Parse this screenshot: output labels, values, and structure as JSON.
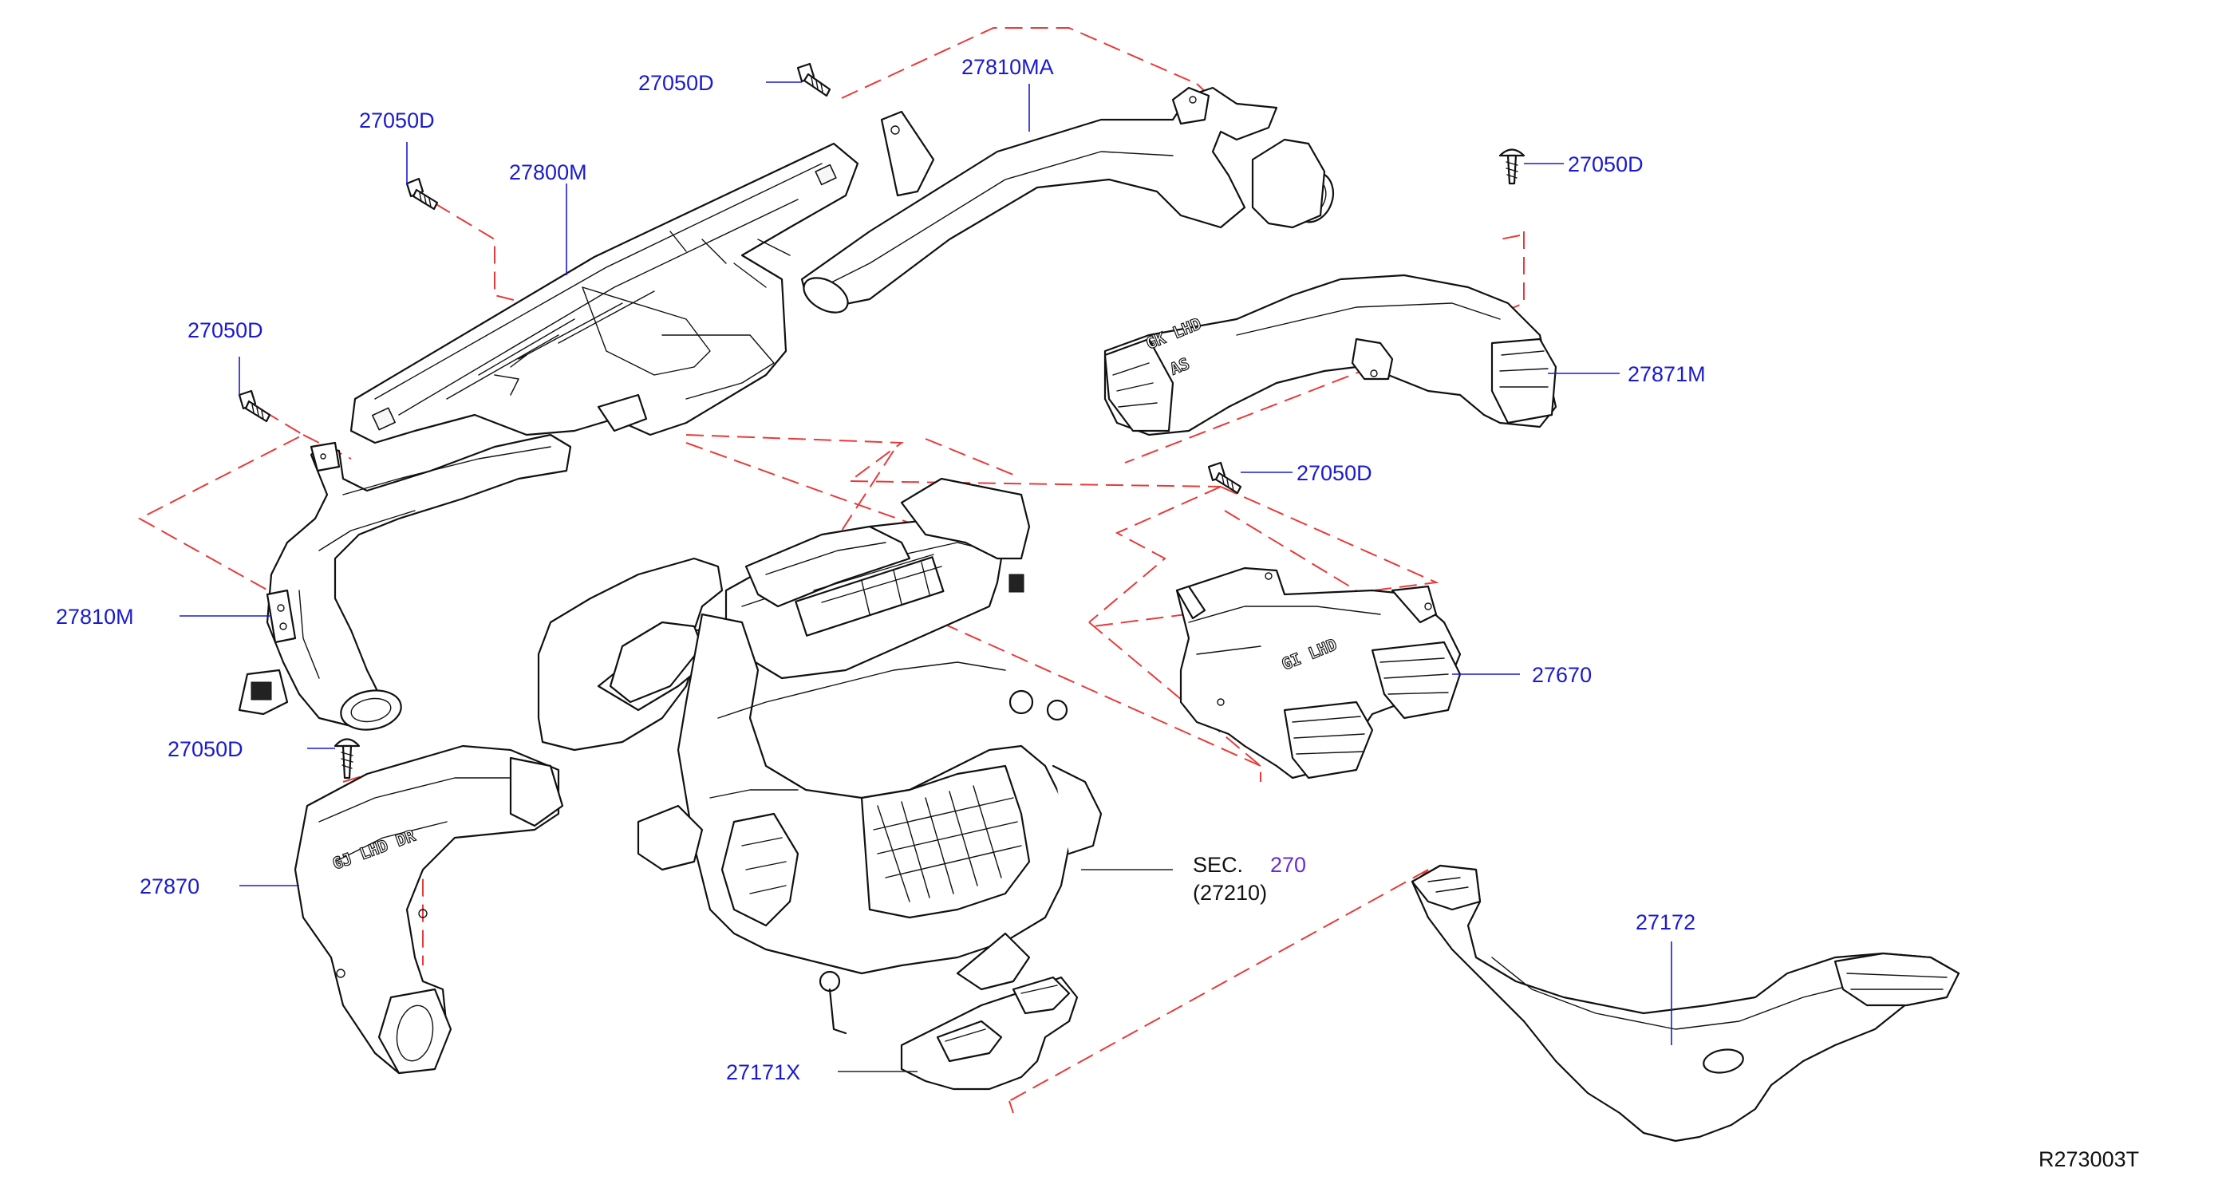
{
  "diagram": {
    "reference_code": "R273003T",
    "labels": {
      "bolt_27800m": "27050D",
      "duct_27800m": "27800M",
      "bolt_top": "27050D",
      "duct_27810ma": "27810MA",
      "bolt_27871m": "27050D",
      "duct_27871m": "27871M",
      "bolt_27810m": "27050D",
      "duct_27810m": "27810M",
      "bolt_27670": "27050D",
      "duct_27670": "27670",
      "bolt_27870": "27050D",
      "duct_27870": "27870",
      "duct_27172": "27172",
      "duct_27171x": "27171X",
      "sec_prefix": "SEC.",
      "sec_number": "270",
      "sec_ref": "(27210)"
    },
    "embossed": {
      "duct_27871m_line1": "GK LHD",
      "duct_27871m_line2": "AS",
      "duct_27670": "GI LHD",
      "duct_27870": "GJ LHD DR"
    },
    "colors": {
      "callout_text": "#1a1ad0",
      "section_number": "#6a2bd9",
      "phantom_line": "#e83a3a",
      "part_outline": "#111111"
    }
  }
}
